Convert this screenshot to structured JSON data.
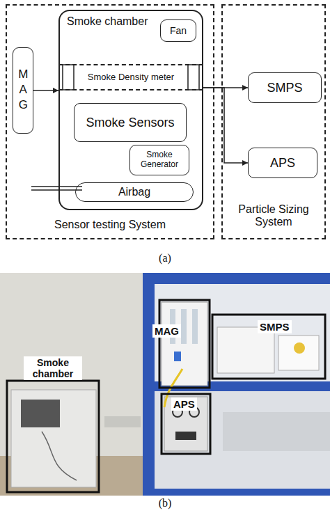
{
  "diagram": {
    "nodes": [
      {
        "text": [
          "Sensor testing System"
        ]
      },
      {
        "text": [
          "Smoke chamber"
        ],
        "in": 0
      },
      {
        "text": [
          "Fan"
        ],
        "in": 1
      },
      {
        "text": [
          "Smoke Density meter"
        ],
        "in": 1
      },
      {
        "text": [
          "Smoke Sensors"
        ],
        "in": 1
      },
      {
        "text": [
          "Smoke Generator"
        ],
        "in": 1
      },
      {
        "text": [
          "Airbag"
        ],
        "in": 1
      },
      {
        "text": [
          "MAG"
        ],
        "in": 0
      },
      {
        "text": [
          "Particle Sizing System"
        ]
      },
      {
        "text": [
          "SMPS"
        ],
        "in": 8
      },
      {
        "text": [
          "APS"
        ],
        "in": 8
      }
    ],
    "edges": [
      {
        "from": 7,
        "to": 1,
        "arrow": "to"
      },
      {
        "from": 1,
        "to": 9,
        "arrow": "to"
      },
      {
        "from": 1,
        "to": 10,
        "arrow": "to"
      }
    ],
    "labels": [
      "(a)",
      "MAG",
      "SMPS",
      "Smoke chamber",
      "APS",
      "(b)"
    ]
  }
}
